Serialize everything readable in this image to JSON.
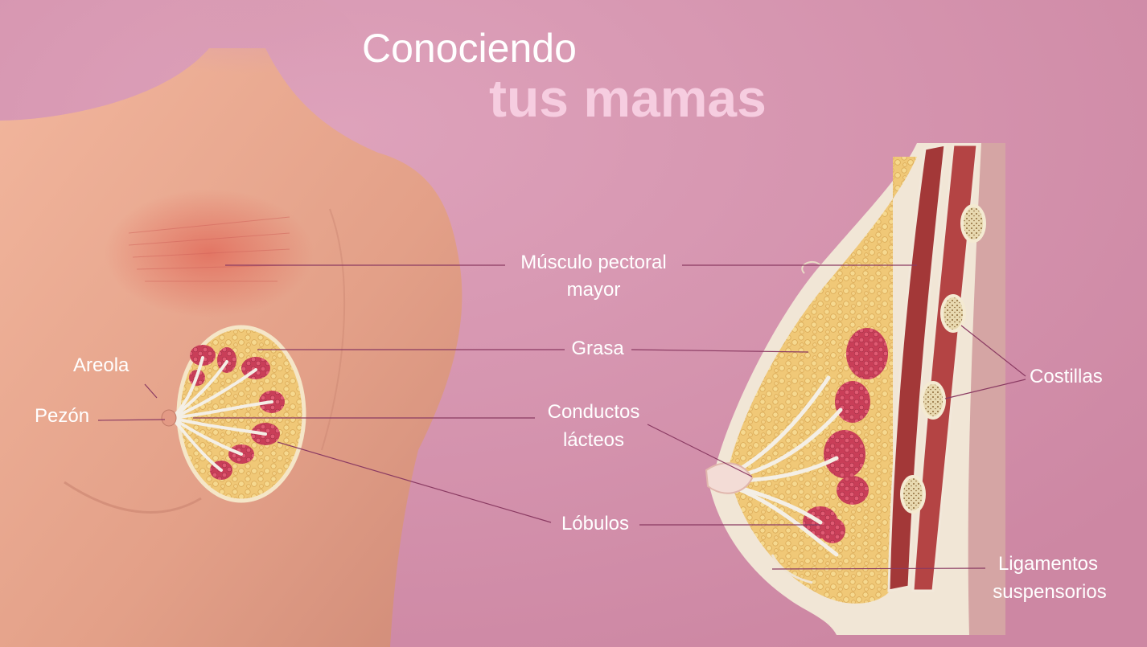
{
  "title": {
    "line1": "Conociendo",
    "line2": "tus mamas"
  },
  "labels": {
    "musculo_line1": "Músculo pectoral",
    "musculo_line2": "mayor",
    "grasa": "Grasa",
    "conductos_line1": "Conductos",
    "conductos_line2": "lácteos",
    "lobulos": "Lóbulos",
    "areola": "Areola",
    "pezon": "Pezón",
    "costillas": "Costillas",
    "ligamentos_line1": "Ligamentos",
    "ligamentos_line2": "suspensorios"
  },
  "colors": {
    "background": "#d28faa",
    "skin": "#e8a68e",
    "fat": "#f0c877",
    "lobule": "#d24b62",
    "muscle": "#a93a3a",
    "title_accent": "#f6cde0"
  }
}
